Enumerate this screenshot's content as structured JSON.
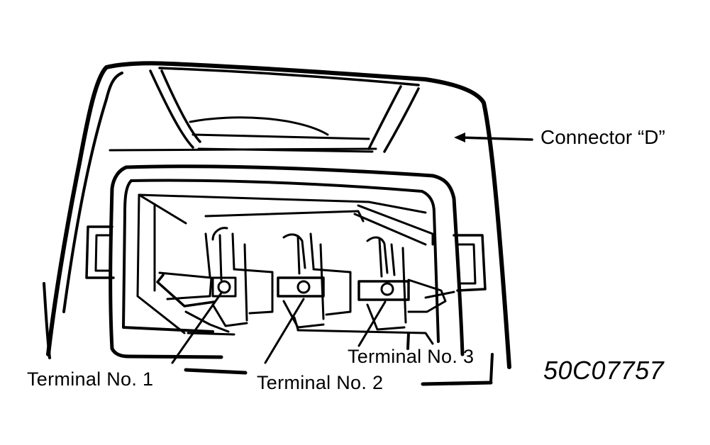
{
  "labels": {
    "connector": "Connector “D”",
    "terminal_1": "Terminal No. 1",
    "terminal_2": "Terminal No. 2",
    "terminal_3": "Terminal No. 3",
    "figure_code": "50C07757"
  },
  "colors": {
    "line": "#000000",
    "background": "#ffffff"
  }
}
